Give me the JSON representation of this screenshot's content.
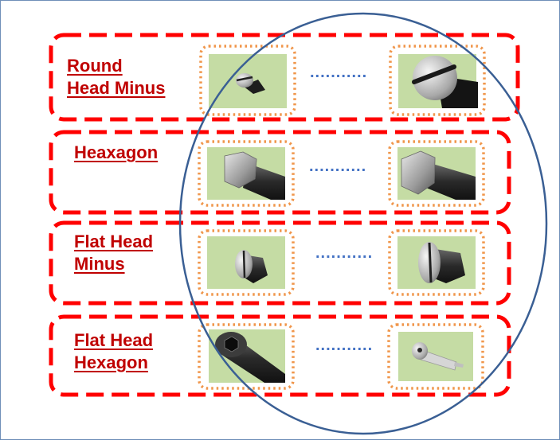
{
  "groups": [
    {
      "label_line1": "Round",
      "label_line2": "Head Minus",
      "ellipsis": "...........",
      "type": "round-head-minus-screw"
    },
    {
      "label_line1": "Heaxagon",
      "label_line2": "",
      "ellipsis": "...........",
      "type": "hex-bolt"
    },
    {
      "label_line1": "Flat Head",
      "label_line2": "Minus",
      "ellipsis": "...........",
      "type": "flat-head-minus-screw"
    },
    {
      "label_line1": "Flat Head",
      "label_line2": "Hexagon",
      "ellipsis": "...........",
      "type": "flat-head-hex-socket-screw"
    }
  ],
  "colors": {
    "group_border": "#ff0000",
    "label_text": "#c00000",
    "image_border": "#f0964b",
    "image_background": "#c5dca4",
    "selection_ellipse": "#3a5f94",
    "ellipsis": "#4472c4"
  }
}
